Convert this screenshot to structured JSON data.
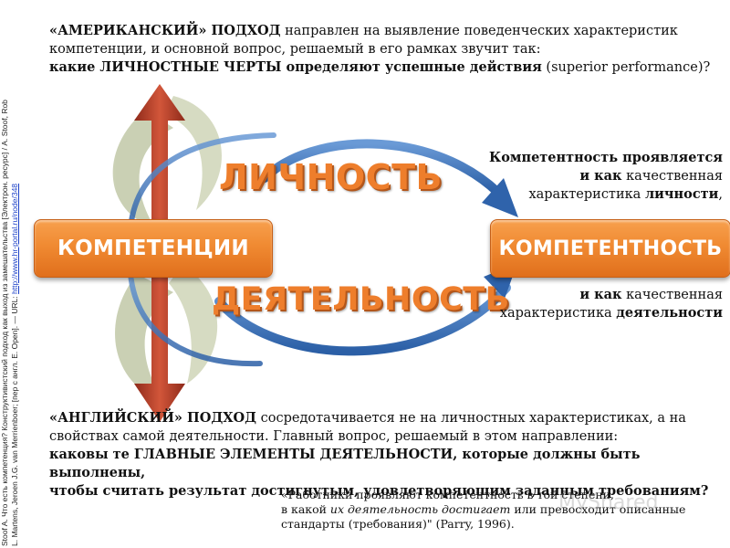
{
  "source_note": {
    "line1_a": "Stoof A. Что есть компетенция? Конструктивистский подход как выход из замешательства [Электрон. ресурс] / A. Stoof, Rob",
    "line2_a": "L. Martens, Jeroen J.G. van Merrienboer; [пер с англ. Е. Open]. — URL: ",
    "line2_link": "http://www.hr-portal.ru/node/348"
  },
  "american": {
    "lead": "«АМЕРИКАНСКИЙ» ПОДХОД",
    "text1": " направлен на выявление поведенческих характеристик",
    "line2": "компетенции, и основной вопрос, решаемый в его рамках звучит так:",
    "question_bold": "какие ЛИЧНОСТНЫЕ ЧЕРТЫ определяют успешные действия",
    "question_tail": " (superior performance)?"
  },
  "diagram": {
    "box_left": "КОМПЕТЕНЦИИ",
    "box_right": "КОМПЕТЕНТНОСТЬ",
    "word_top": "ЛИЧНОСТЬ",
    "word_bottom": "ДЕЯТЕЛЬНОСТЬ",
    "colors": {
      "orange": "#f08a32",
      "blue_arrow": "#3f78c0",
      "red_arrow": "#c4492c",
      "leaf_green": "#a7b38a"
    }
  },
  "side_top": {
    "line1": "Компетентность проявляется",
    "line2_bold": "и как",
    "line2_rest": " качественная",
    "line3_rest": "характеристика ",
    "line3_bold": "личности",
    "line3_tail": ","
  },
  "side_bottom": {
    "line1_bold": "и как",
    "line1_rest": " качественная",
    "line2_rest": "характеристика ",
    "line2_bold": "деятельности"
  },
  "english": {
    "lead": "«АНГЛИЙСКИЙ» ПОДХОД",
    "text1": " сосредотачивается не на личностных характеристиках, а на",
    "line2": "свойствах самой деятельности. Главный вопрос, решаемый в этом направлении:",
    "question_line1": "каковы те ГЛАВНЫЕ ЭЛЕМЕНТЫ ДЕЯТЕЛЬНОСТИ, которые должны быть выполнены,",
    "question_line2": "чтобы считать результат достигнутым, удовлетворяющим заданным требованиям?"
  },
  "quote": {
    "line1": "«Работники проявляют компетентность в той степени,",
    "line2_a": " в какой ",
    "line2_italic": "их деятельность достигает",
    "line2_b": " или превосходит описанные",
    "line3": "стандарты (требования)\" (Parry, 1996)."
  },
  "watermark": "MyShared"
}
